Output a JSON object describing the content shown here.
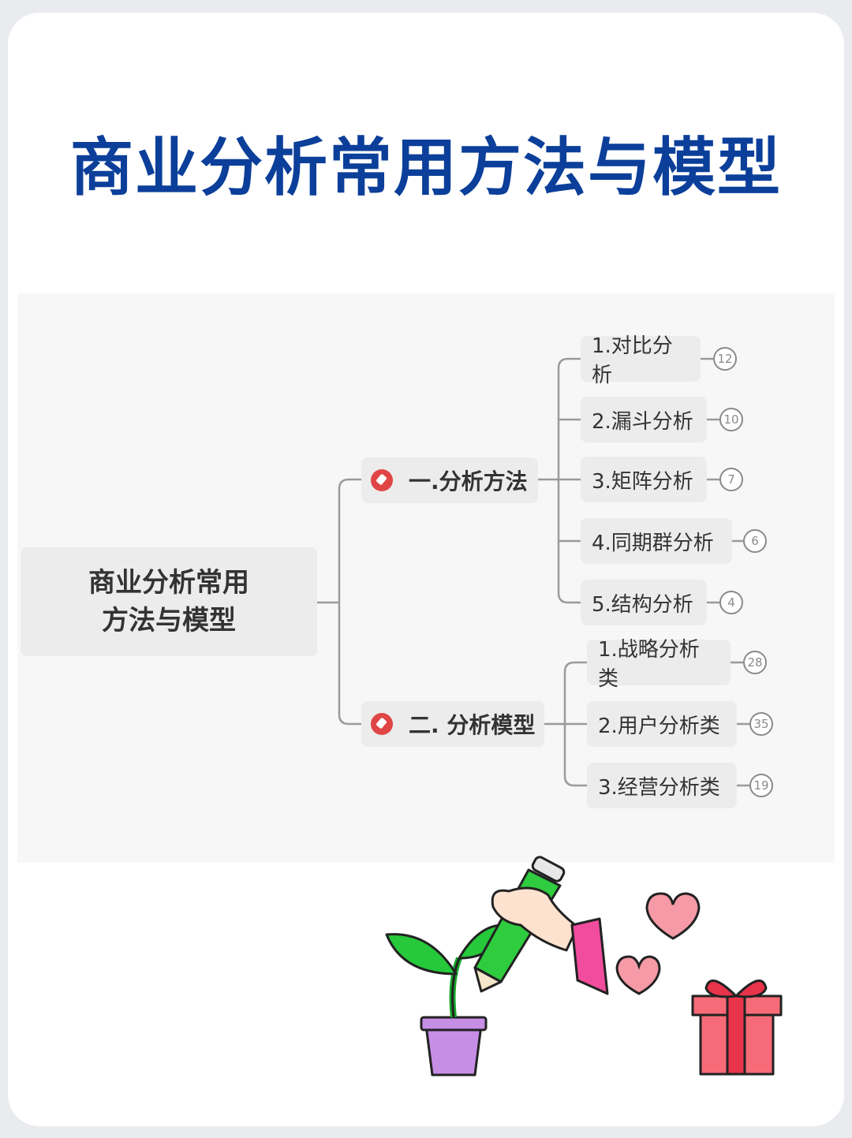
{
  "title": "商业分析常用方法与模型",
  "root": {
    "line1": "商业分析常用",
    "line2": "方法与模型"
  },
  "branches": [
    {
      "label": "一.分析方法",
      "items": [
        {
          "label": "1.对比分析",
          "count": "12"
        },
        {
          "label": "2.漏斗分析",
          "count": "10"
        },
        {
          "label": "3.矩阵分析",
          "count": "7"
        },
        {
          "label": "4.同期群分析",
          "count": "6"
        },
        {
          "label": "5.结构分析",
          "count": "4"
        }
      ]
    },
    {
      "label": "二. 分析模型",
      "items": [
        {
          "label": "1.战略分析类",
          "count": "28"
        },
        {
          "label": "2.用户分析类",
          "count": "35"
        },
        {
          "label": "3.经营分析类",
          "count": "19"
        }
      ]
    }
  ],
  "colors": {
    "title": "#0b3f9a",
    "pin": "#e04545",
    "node_bg": "#ececec"
  }
}
